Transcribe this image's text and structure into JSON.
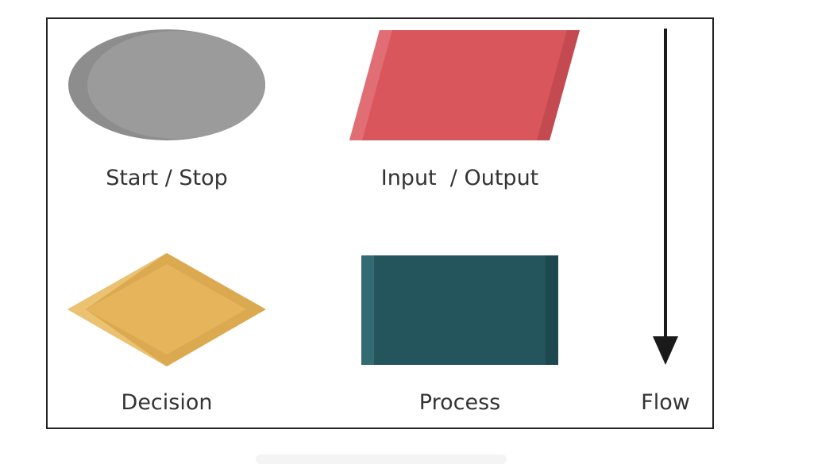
{
  "diagram": {
    "legend_items": [
      {
        "shape": "terminator",
        "label": "Start / Stop",
        "color": "#999999"
      },
      {
        "shape": "parallelogram",
        "label": "Input  / Output",
        "color": "#D9565C"
      },
      {
        "shape": "diamond",
        "label": "Decision",
        "color": "#E6B55B"
      },
      {
        "shape": "rectangle",
        "label": "Process",
        "color": "#24555C"
      },
      {
        "shape": "arrow",
        "label": "Flow",
        "color": "#1a1a1a"
      }
    ]
  }
}
